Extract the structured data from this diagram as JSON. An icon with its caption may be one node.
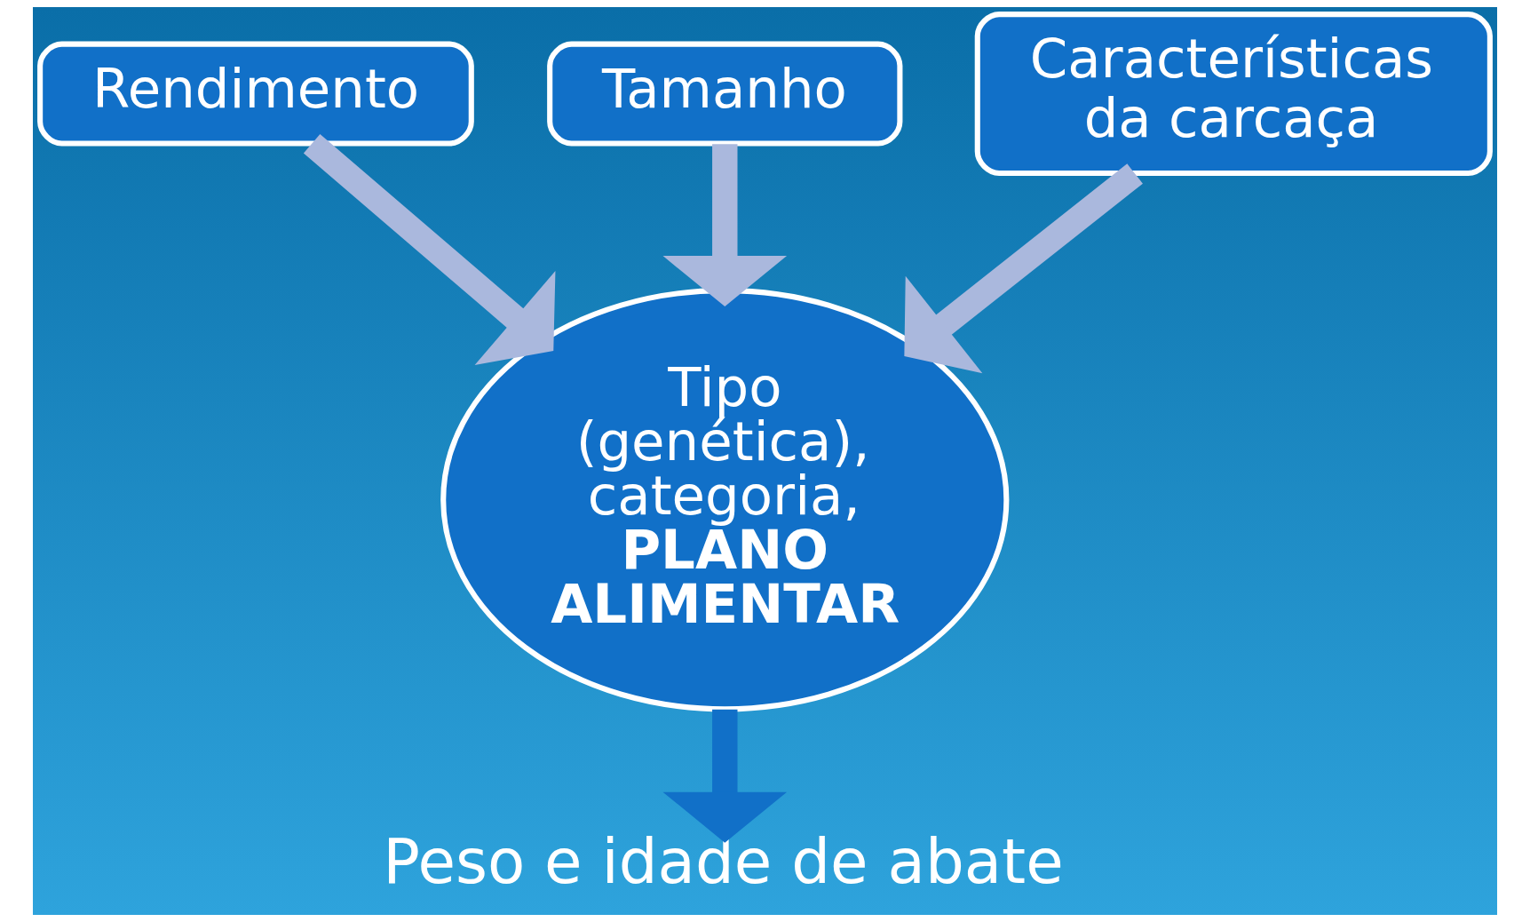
{
  "diagram": {
    "nodes": [
      {
        "text": [
          "Tamanho"
        ]
      },
      {
        "text": [
          "Rendimento"
        ]
      },
      {
        "text": [
          "Características da carcaça"
        ]
      },
      {
        "text": [
          "Tipo (genética), categoria, **PLANO ALIMENTAR**"
        ]
      },
      {
        "text": [
          "Peso e idade de abate"
        ]
      }
    ],
    "edges": [
      {
        "from": 1,
        "to": 3,
        "arrow": "to"
      },
      {
        "from": 0,
        "to": 3,
        "arrow": "to"
      },
      {
        "from": 2,
        "to": 3,
        "arrow": "to"
      },
      {
        "from": 3,
        "to": 4,
        "arrow": "to",
        "color": "#1170c8"
      }
    ]
  }
}
